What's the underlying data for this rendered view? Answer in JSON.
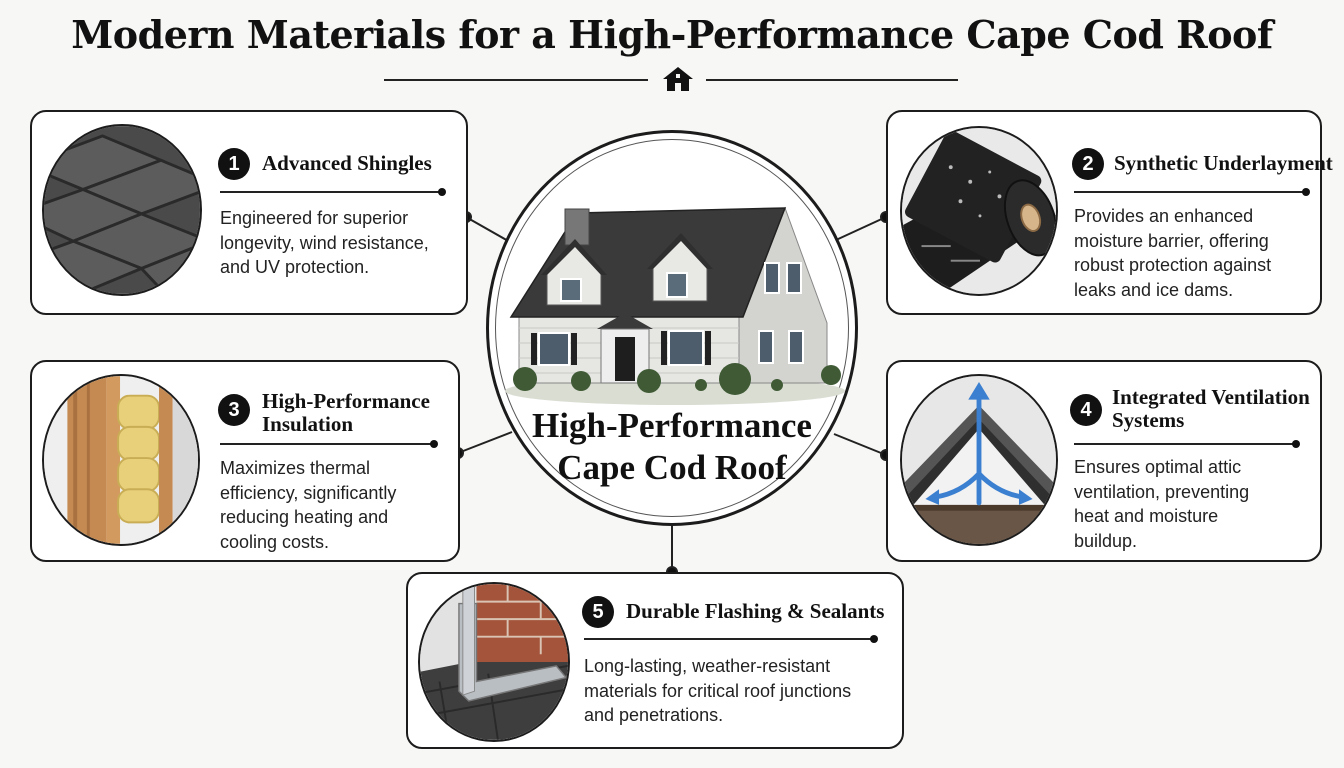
{
  "title": "Modern Materials for a High-Performance Cape Cod Roof",
  "title_icon": "house-icon",
  "center": {
    "image": "cape-cod-house-illustration",
    "label_lines": [
      "High-Performance",
      "Cape Cod Roof"
    ]
  },
  "cards": [
    {
      "number": "1",
      "image": "asphalt-shingles-icon",
      "heading_lines": [
        "Advanced Shingles"
      ],
      "desc_lines": [
        "Engineered for superior",
        "longevity, wind resistance,",
        "and UV protection."
      ]
    },
    {
      "number": "2",
      "image": "synthetic-underlayment-roll-icon",
      "heading_lines": [
        "Synthetic Underlayment"
      ],
      "desc_lines": [
        "Provides an enhanced",
        "moisture barrier, offering",
        "robust protection against",
        "leaks and ice dams."
      ]
    },
    {
      "number": "3",
      "image": "wall-insulation-icon",
      "heading_lines": [
        "High-Performance",
        "Insulation"
      ],
      "desc_lines": [
        "Maximizes thermal",
        "efficiency, significantly",
        "reducing heating and",
        "cooling costs."
      ]
    },
    {
      "number": "4",
      "image": "ridge-ventilation-icon",
      "heading_lines": [
        "Integrated Ventilation",
        "Systems"
      ],
      "desc_lines": [
        "Ensures optimal attic",
        "ventilation, preventing",
        "heat and moisture",
        "buildup."
      ]
    },
    {
      "number": "5",
      "image": "chimney-flashing-icon",
      "heading_lines": [
        "Durable Flashing & Sealants"
      ],
      "desc_lines": [
        "Long-lasting, weather-resistant",
        "materials for critical roof junctions",
        "and penetrations."
      ]
    }
  ],
  "colors": {
    "ink": "#111111",
    "background": "#f7f7f5",
    "card": "#ffffff",
    "airflow_arrow": "#3b7fd0"
  }
}
